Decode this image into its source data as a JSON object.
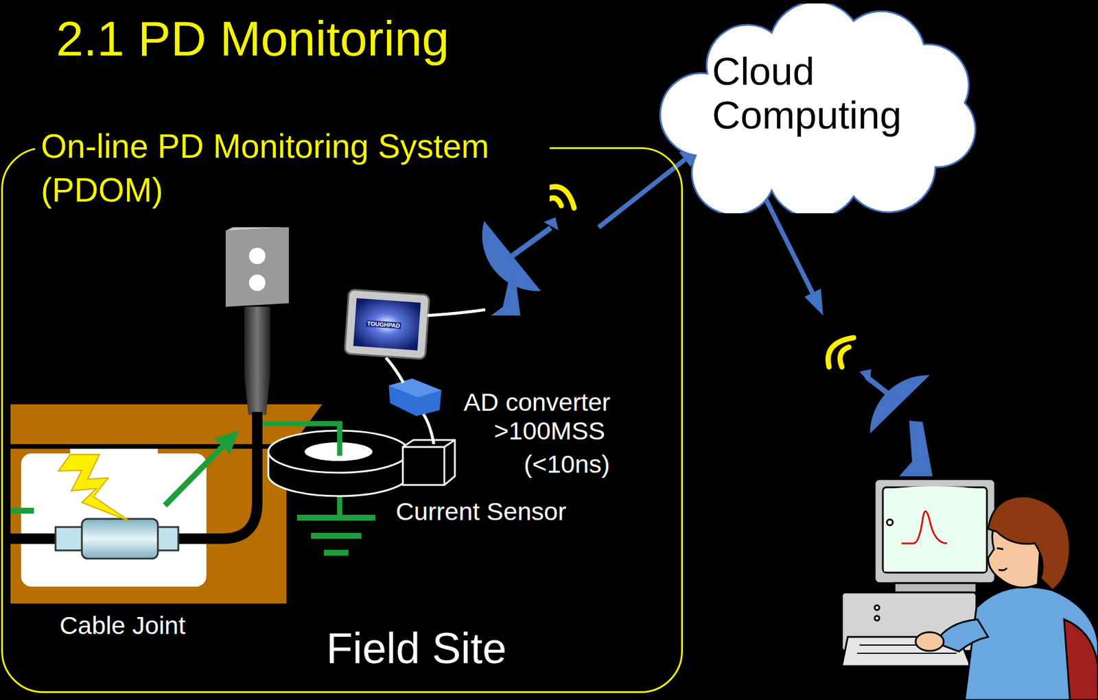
{
  "diagram": {
    "title": "2.1 PD Monitoring",
    "nodes": [
      {
        "text": [
          "On-line PD Monitoring System (PDOM)",
          "Field Site"
        ]
      },
      {
        "text": [
          "Cloud Computing"
        ]
      }
    ],
    "edges": [
      {
        "from": 0,
        "to": 1,
        "arrow": "to"
      }
    ],
    "labels": [
      "Cable Joint",
      "Current Sensor",
      "AD converter",
      ">100MSS",
      "(<10ns)",
      "TOUGHPAD"
    ]
  }
}
